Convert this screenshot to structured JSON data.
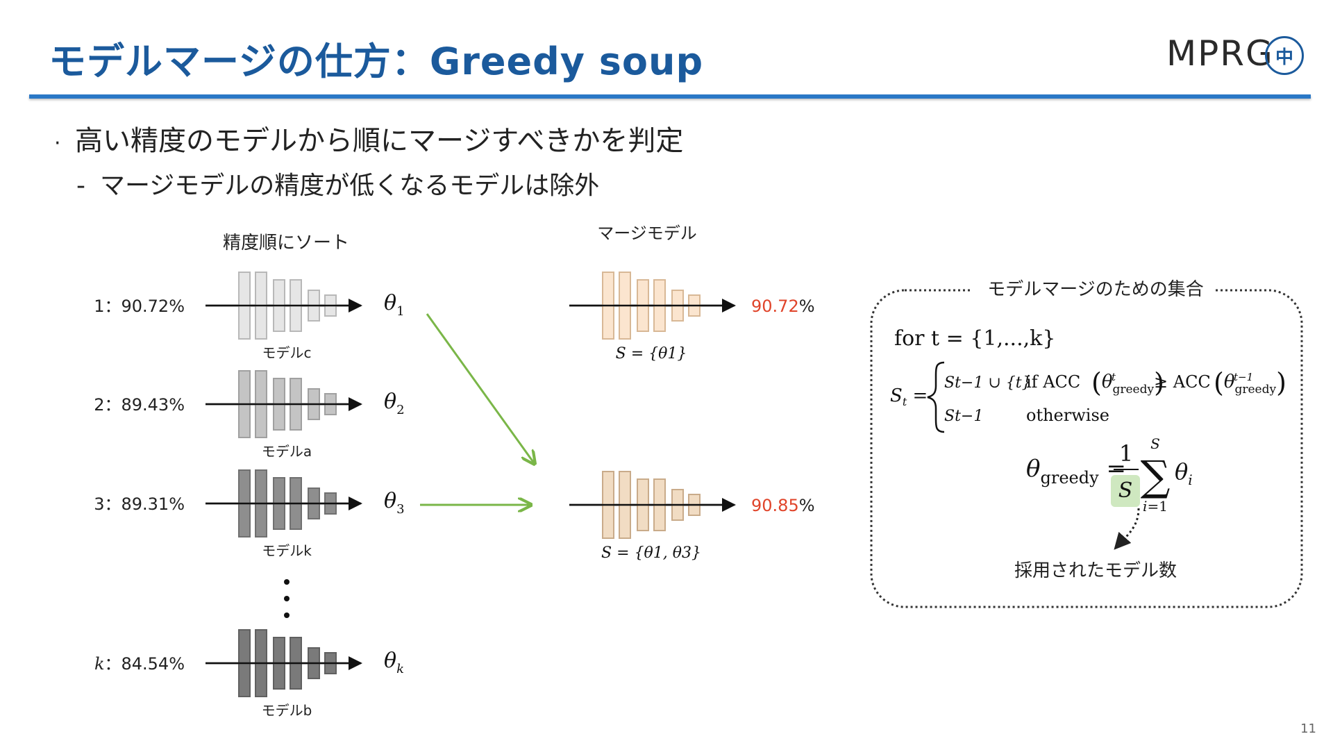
{
  "slide": {
    "title": "モデルマージの仕方：Greedy soup",
    "logo_text": "MPRG",
    "logo_seal_glyph": "中",
    "page_number": "11"
  },
  "bullets": {
    "main": "高い精度のモデルから順にマージすべきかを判定",
    "sub": "マージモデルの精度が低くなるモデルは除外"
  },
  "left_column": {
    "heading": "精度順にソート",
    "models": [
      {
        "rank": "1",
        "acc": "90.72%",
        "name": "モデルc",
        "theta": "1",
        "color": "#e6e6e6",
        "stroke": "#b8b8b8"
      },
      {
        "rank": "2",
        "acc": "89.43%",
        "name": "モデルa",
        "theta": "2",
        "color": "#c4c4c4",
        "stroke": "#a0a0a0"
      },
      {
        "rank": "3",
        "acc": "89.31%",
        "name": "モデルk",
        "theta": "3",
        "color": "#8e8e8e",
        "stroke": "#707070"
      },
      {
        "rank": "k",
        "acc": "84.54%",
        "name": "モデルb",
        "theta": "k",
        "color": "#7a7a7a",
        "stroke": "#606060"
      }
    ]
  },
  "merge_column": {
    "heading": "マージモデル",
    "models": [
      {
        "acc_value": "90.72",
        "acc_unit": "%",
        "set_label": "S = {θ1}",
        "color": "#fbe5cf",
        "stroke": "#d8b896"
      },
      {
        "acc_value": "90.85",
        "acc_unit": "%",
        "set_label": "S = {θ1, θ3}",
        "color": "#f1dcc3",
        "stroke": "#c9ab8a"
      }
    ]
  },
  "formula_box": {
    "title": "モデルマージのための集合",
    "for_line": "for t = {1,...,k}",
    "case1_set": "St−1 ∪ {t}",
    "case1_cond": "if ACC",
    "case1_cmp": "≥ ACC",
    "case2_set": "St−1",
    "case2_cond": "otherwise",
    "annotation": "採用されたモデル数"
  },
  "colors": {
    "title": "#1b5a9c",
    "rule": "#2a78c6",
    "arrow_green": "#7ab648",
    "accuracy_red": "#e0442a",
    "highlight_green": "#cfe8c0"
  }
}
